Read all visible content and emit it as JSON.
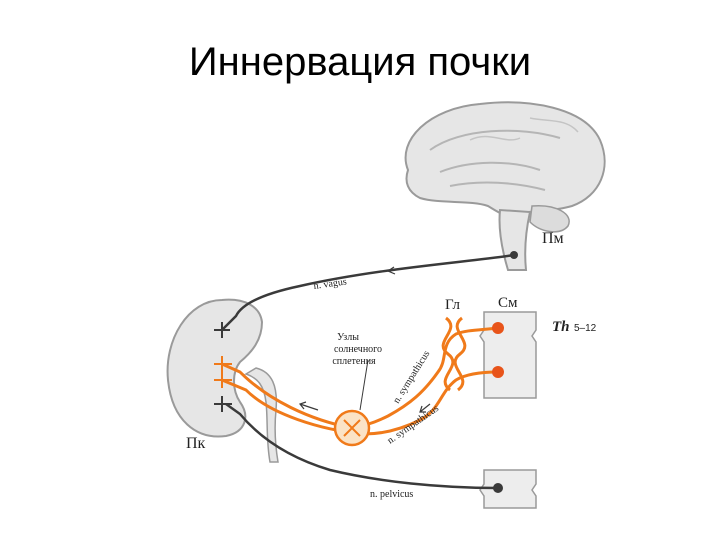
{
  "slide": {
    "title": "Иннервация почки"
  },
  "labels": {
    "brain": "Пм",
    "ganglion": "Гл",
    "spinal_cord": "См",
    "segment_th": "Th",
    "segment_range": "5–12",
    "kidney": "Пк",
    "vagus": "n. vagus",
    "plexus_line1": "Узлы",
    "plexus_line2": "солнечного",
    "plexus_line3": "сплетения",
    "sympathicus_upper": "n. sympathicus",
    "sympathicus_lower": "n. sympathicus",
    "pelvicus": "n. pelvicus"
  },
  "colors": {
    "sympathetic_nerve": "#f07a1a",
    "nerve_dot": "#e8541a",
    "parasympathetic_nerve": "#3a3a3a",
    "organ_fill": "#e6e6e6",
    "organ_outline": "#9a9a9a"
  }
}
